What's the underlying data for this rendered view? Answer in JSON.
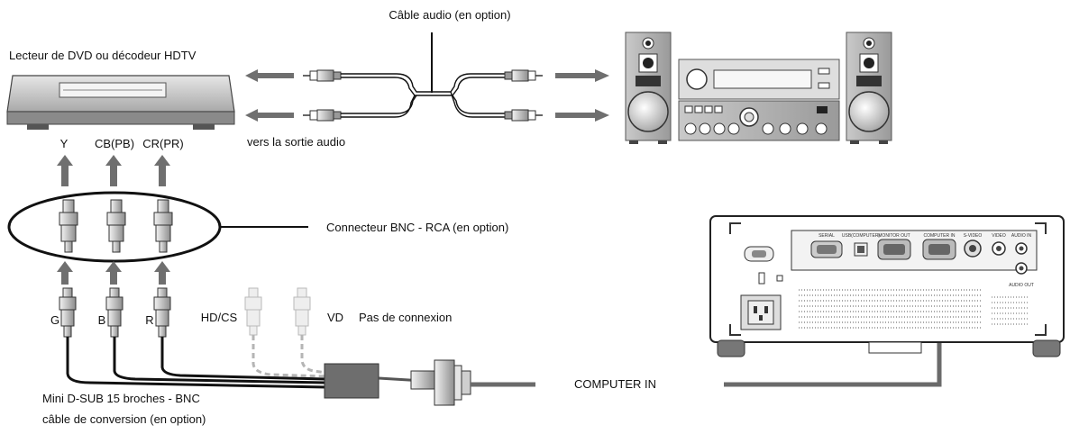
{
  "labels": {
    "audio_cable": "Câble audio (en option)",
    "source_device": "Lecteur de DVD ou décodeur HDTV",
    "to_audio_out": "vers la sortie audio",
    "y": "Y",
    "cb": "CB(PB)",
    "cr": "CR(PR)",
    "bnc_rca": "Connecteur BNC - RCA (en option)",
    "g": "G",
    "b": "B",
    "r": "R",
    "hdcs": "HD/CS",
    "vd": "VD",
    "no_connection": "Pas de connexion",
    "cable_line1": "Mini D-SUB 15 broches - BNC",
    "cable_line2": "câble de conversion (en option)",
    "computer_in": "COMPUTER IN"
  },
  "projector_panel": {
    "serial": "SERIAL",
    "usb": "USB(COMPUTER)",
    "monitor_out": "MONITOR OUT",
    "computer_in": "COMPUTER IN",
    "svideo": "S-VIDEO",
    "video": "VIDEO",
    "audio_in": "AUDIO IN",
    "audio_out": "AUDIO OUT"
  },
  "colors": {
    "arrow": "#6f6f6f",
    "cable": "#111111",
    "faded_connector": "#b9b9b9",
    "cable_gray": "#555555"
  }
}
